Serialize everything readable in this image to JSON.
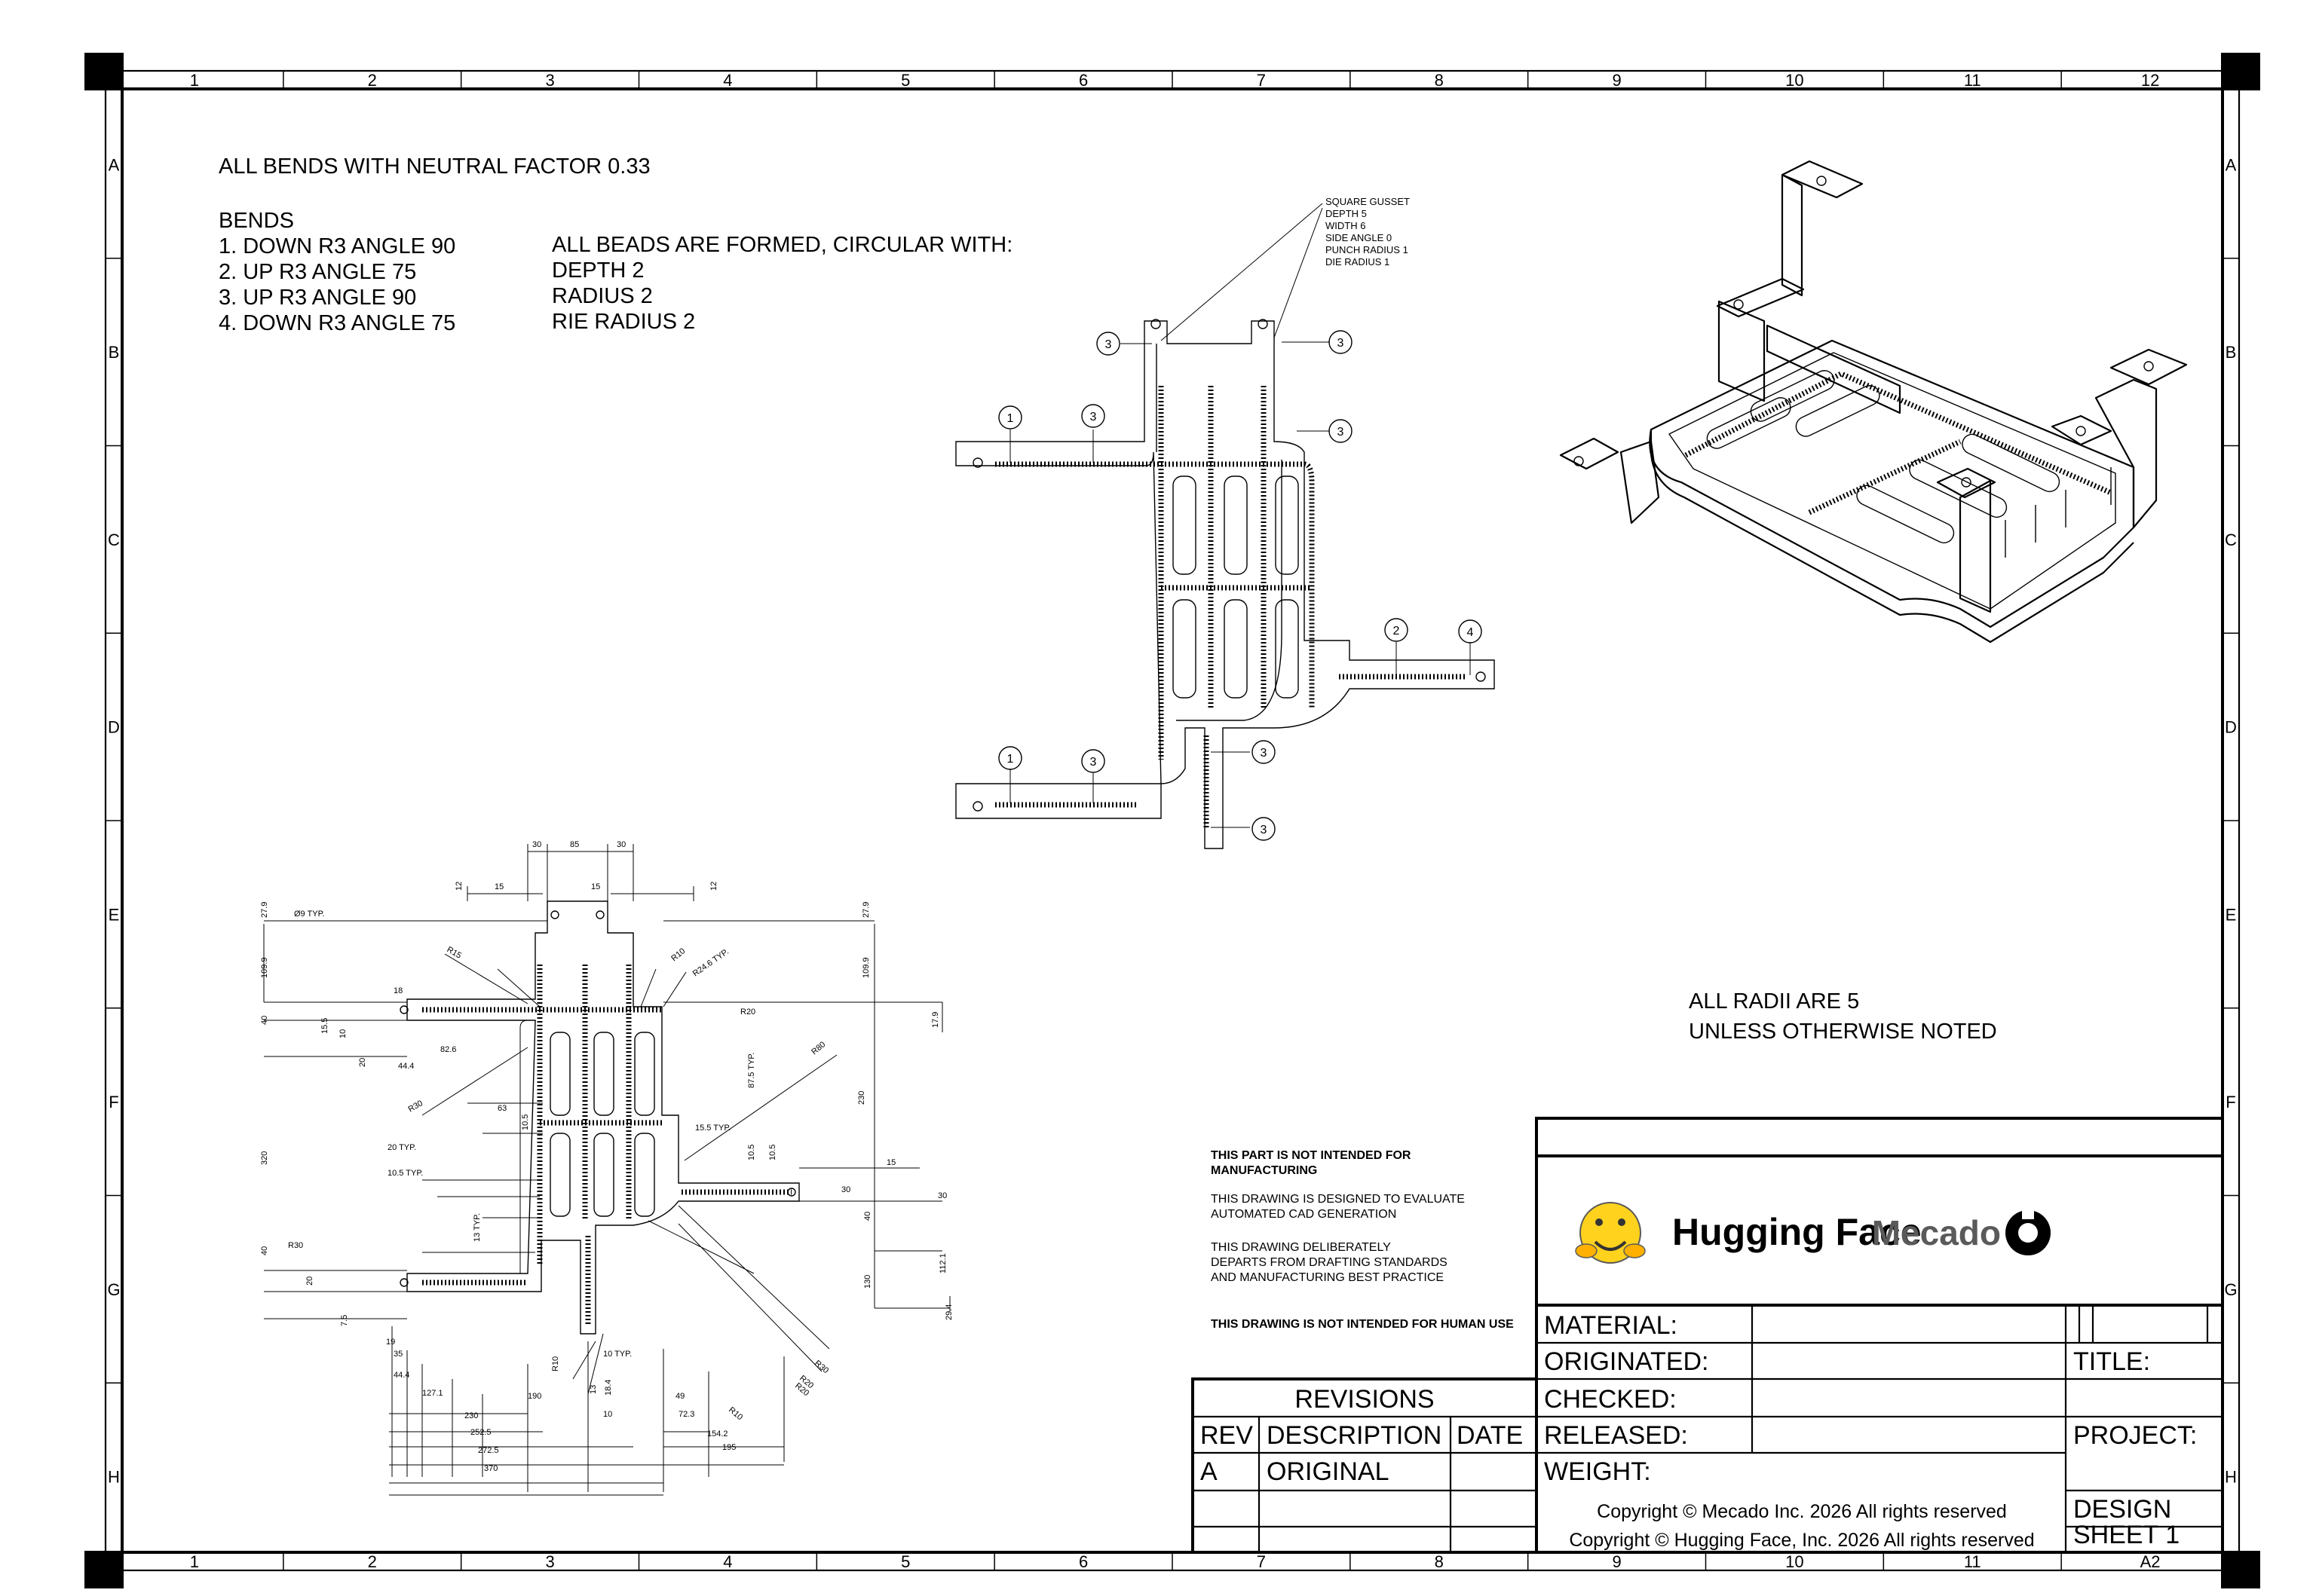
{
  "zones": {
    "columns": [
      "1",
      "2",
      "3",
      "4",
      "5",
      "6",
      "7",
      "8",
      "9",
      "10",
      "11",
      "12"
    ],
    "rows": [
      "A",
      "B",
      "C",
      "D",
      "E",
      "F",
      "G",
      "H"
    ],
    "sheet_size": "A2"
  },
  "notes": {
    "neutral_factor": "ALL BENDS WITH NEUTRAL FACTOR 0.33",
    "bends_title": "BENDS",
    "bends": [
      "1. DOWN R3 ANGLE 90",
      "2. UP R3 ANGLE 75",
      "3. UP R3 ANGLE 90",
      "4. DOWN R3 ANGLE 75"
    ],
    "beads": [
      "ALL BEADS ARE FORMED, CIRCULAR WITH:",
      "DEPTH 2",
      "RADIUS 2",
      "RIE RADIUS 2"
    ],
    "radii": [
      "ALL RADII ARE 5",
      "UNLESS OTHERWISE NOTED"
    ],
    "gusset": [
      "SQUARE GUSSET",
      "DEPTH 5",
      "WIDTH 6",
      "SIDE ANGLE 0",
      "PUNCH RADIUS 1",
      "DIE RADIUS 1"
    ],
    "disclaimer": {
      "line1": [
        "THIS PART IS NOT INTENDED FOR",
        "MANUFACTURING"
      ],
      "line2": [
        "THIS DRAWING IS DESIGNED TO EVALUATE",
        "AUTOMATED CAD GENERATION"
      ],
      "line3": [
        "THIS DRAWING DELIBERATELY",
        "DEPARTS FROM DRAFTING STANDARDS",
        "AND MANUFACTURING BEST PRACTICE"
      ],
      "line4": "THIS DRAWING IS NOT INTENDED FOR HUMAN USE"
    }
  },
  "callouts": {
    "bend_markers": [
      "1",
      "2",
      "3",
      "4"
    ]
  },
  "dimensions": {
    "top": [
      "30",
      "85",
      "30",
      "15",
      "15",
      "12",
      "12"
    ],
    "left": [
      "27.9",
      "109.9",
      "40",
      "15.5",
      "10",
      "20",
      "320",
      "40",
      "20",
      "7.5"
    ],
    "right": [
      "27.9",
      "109.9",
      "17.9",
      "230",
      "87.5 TYP.",
      "15",
      "30",
      "40",
      "112.1",
      "130",
      "29.4"
    ],
    "labels": [
      "Ø9 TYP.",
      "R15",
      "R10",
      "R24.6 TYP.",
      "R20",
      "R30",
      "R30",
      "R80",
      "R30",
      "R10",
      "R20",
      "R20",
      "R10",
      "18",
      "44.4",
      "82.6",
      "63",
      "10.5",
      "15.5 TYP.",
      "20 TYP.",
      "10.5 TYP.",
      "13 TYP.",
      "10.5",
      "10.5",
      "30",
      "10 TYP.",
      "13",
      "18.4",
      "49",
      "72.3",
      "154.2",
      "195",
      "19",
      "35",
      "44.4",
      "127.1",
      "190",
      "230",
      "252.5",
      "272.5",
      "370",
      "10"
    ]
  },
  "title_block": {
    "brand_left": "Hugging Face",
    "brand_right": "Mecado",
    "material_label": "MATERIAL:",
    "originated_label": "ORIGINATED:",
    "checked_label": "CHECKED:",
    "released_label": "RELEASED:",
    "weight_label": "WEIGHT:",
    "title_label": "TITLE:",
    "project_label": "PROJECT:",
    "design_label": "DESIGN",
    "sheet_label": "SHEET 1",
    "copyright_1": "Copyright © Mecado Inc. 2026 All rights reserved",
    "copyright_2": "Copyright © Hugging Face, Inc. 2026 All rights reserved"
  },
  "revisions": {
    "title": "REVISIONS",
    "headers": [
      "REV",
      "DESCRIPTION",
      "DATE"
    ],
    "rows": [
      {
        "rev": "A",
        "description": "ORIGINAL",
        "date": ""
      }
    ]
  },
  "colors": {
    "line": "#000000",
    "paper": "#ffffff",
    "logo_gray": "#5a5a5a",
    "logo_yellow": "#ffd21e"
  }
}
